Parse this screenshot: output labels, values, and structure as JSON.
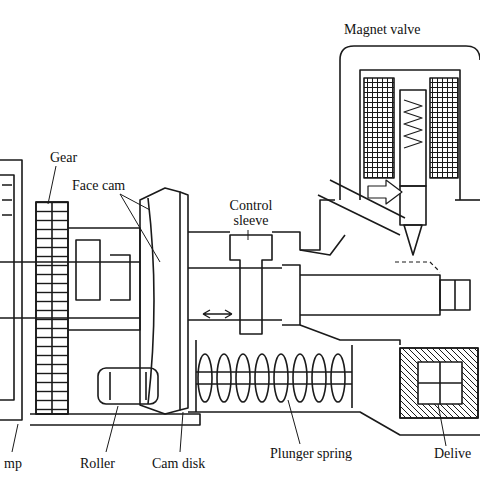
{
  "diagram": {
    "labels": [
      "Magnet valve",
      "Gear",
      "Face cam",
      "Control sleeve",
      "Roller",
      "Cam disk",
      "Plunger spring",
      "Delive",
      "mp"
    ]
  }
}
